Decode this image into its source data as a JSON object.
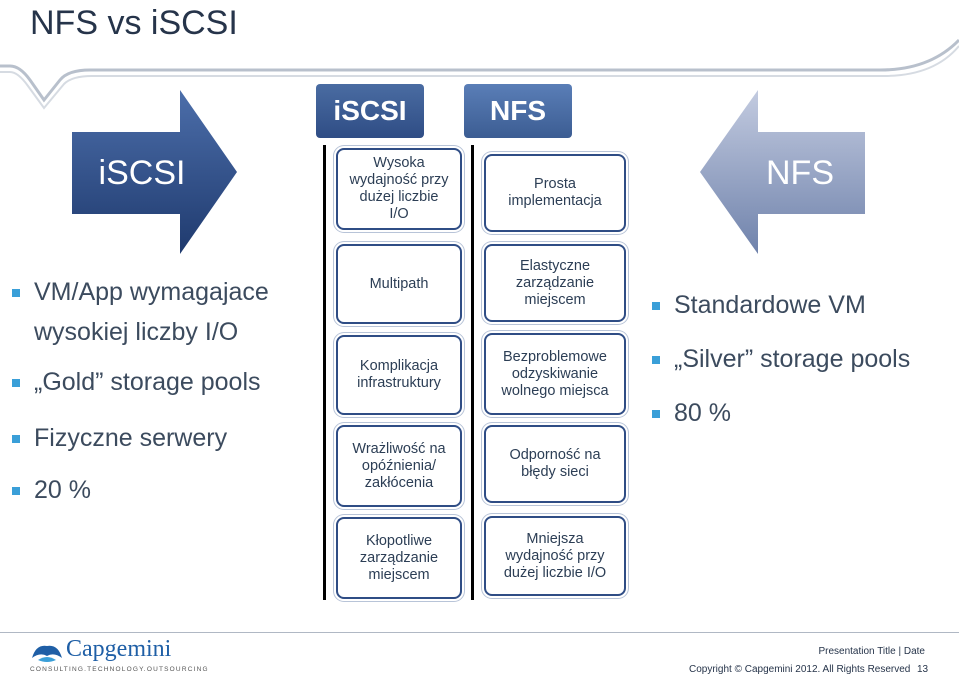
{
  "slide": {
    "title": "NFS vs iSCSI"
  },
  "arrows": {
    "left_label": "iSCSI",
    "right_label": "NFS"
  },
  "columns": {
    "iscsi": {
      "tab": "iSCSI",
      "boxes": [
        "Wysoka\nwydajność przy\ndużej liczbie\nI/O",
        "Multipath",
        "Komplikacja\ninfrastruktury",
        "Wrażliwość na\nopóźnienia/\nzakłócenia",
        "Kłopotliwe\nzarządzanie\nmiejscem"
      ]
    },
    "nfs": {
      "tab": "NFS",
      "boxes": [
        "Prosta\nimplementacja",
        "Elastyczne\nzarządzanie\nmiejscem",
        "Bezproblemowe\nodzyskiwanie\nwolnego miejsca",
        "Odporność na\nbłędy sieci",
        "Mniejsza\nwydajność przy\ndużej liczbie I/O"
      ]
    }
  },
  "left_bullets": [
    "VM/App wymagajace",
    "wysokiej liczby I/O",
    "„Gold” storage pools",
    "Fizyczne serwery",
    "20 %"
  ],
  "right_bullets": [
    "Standardowe VM",
    "„Silver” storage pools",
    "80 %"
  ],
  "footer": {
    "logo_name": "Capgemini",
    "logo_tagline": "CONSULTING.TECHNOLOGY.OUTSOURCING",
    "presentation": "Presentation Title | Date",
    "copyright": "Copyright © Capgemini 2012. All Rights Reserved",
    "page_number": "13"
  },
  "colors": {
    "accent_blue": "#2f4d85",
    "bullet_blue": "#3a9fd8",
    "left_arrow": "#2f4d85",
    "right_arrow": "#aeb9d2"
  }
}
